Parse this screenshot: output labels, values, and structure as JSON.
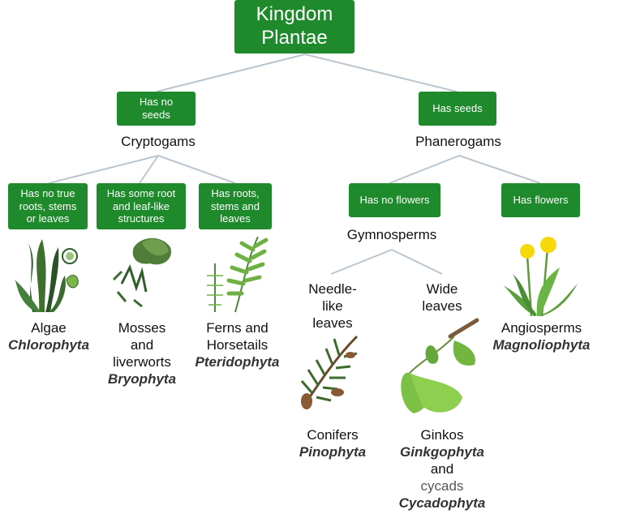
{
  "root": {
    "line1": "Kingdom",
    "line2": "Plantae"
  },
  "boxes": {
    "no_seeds": {
      "line1": "Has no",
      "line2": "seeds"
    },
    "has_seeds": "Has seeds",
    "no_true_roots": {
      "line1": "Has no true",
      "line2": "roots, stems",
      "line3": "or leaves"
    },
    "some_root": {
      "line1": "Has some root",
      "line2": "and leaf-like",
      "line3": "structures"
    },
    "has_roots": {
      "line1": "Has roots,",
      "line2": "stems and",
      "line3": "leaves"
    },
    "no_flowers": "Has no flowers",
    "has_flowers": "Has flowers"
  },
  "groups": {
    "cryptogams": "Cryptogams",
    "phanerogams": "Phanerogams",
    "gymnosperms": "Gymnosperms"
  },
  "leaf_types": {
    "needle": {
      "line1": "Needle-",
      "line2": "like",
      "line3": "leaves"
    },
    "wide": {
      "line1": "Wide",
      "line2": "leaves"
    }
  },
  "taxa": {
    "algae": {
      "common": "Algae",
      "scientific": "Chlorophyta"
    },
    "mosses": {
      "line1": "Mosses",
      "line2": "and",
      "line3": "liverworts",
      "scientific": "Bryophyta"
    },
    "ferns": {
      "line1": "Ferns and",
      "line2": "Horsetails",
      "scientific": "Pteridophyta"
    },
    "conifers": {
      "common": "Conifers",
      "scientific": "Pinophyta"
    },
    "ginkos": {
      "line1": "Ginkos",
      "sci1": "Ginkgophyta",
      "line2": "and",
      "line3": "cycads",
      "sci2": "Cycadophyta"
    },
    "angiosperms": {
      "common": "Angiosperms",
      "scientific": "Magnoliophyta"
    }
  },
  "colors": {
    "box_green": "#1f8a2c",
    "connector": "#b9c6cf",
    "plant_dark": "#2f5e2a",
    "plant_light": "#6fb043",
    "flower_yellow": "#f5d90a"
  },
  "icons": [
    "algae-illustration",
    "moss-illustration",
    "fern-illustration",
    "conifer-illustration",
    "ginkgo-illustration",
    "dandelion-illustration"
  ]
}
